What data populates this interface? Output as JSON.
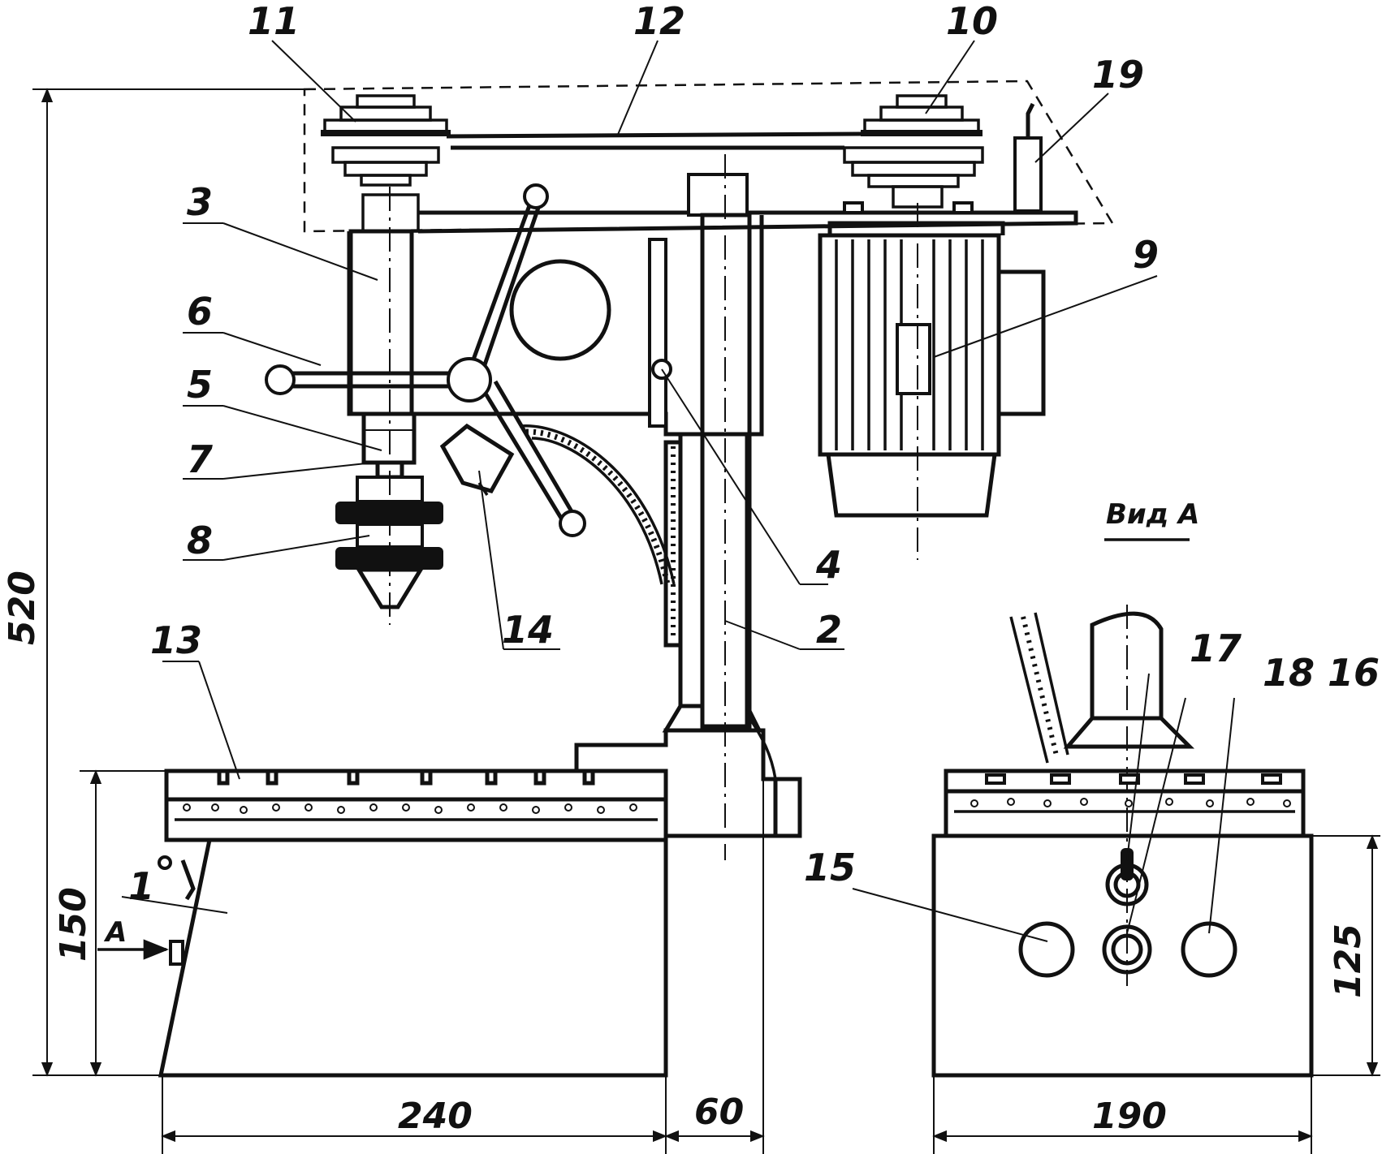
{
  "view_caption": "Вид А",
  "arrow_label": "A",
  "callouts": {
    "c1": "1",
    "c2": "2",
    "c3": "3",
    "c4": "4",
    "c5": "5",
    "c6": "6",
    "c7": "7",
    "c8": "8",
    "c9": "9",
    "c10": "10",
    "c11": "11",
    "c12": "12",
    "c13": "13",
    "c14": "14",
    "c15": "15",
    "c16": "16",
    "c17": "17",
    "c18": "18",
    "c19": "19"
  },
  "dimensions": {
    "total_height": "520",
    "table_height": "150",
    "side_height": "125",
    "base_width": "240",
    "column_offset": "60",
    "side_width": "190"
  }
}
